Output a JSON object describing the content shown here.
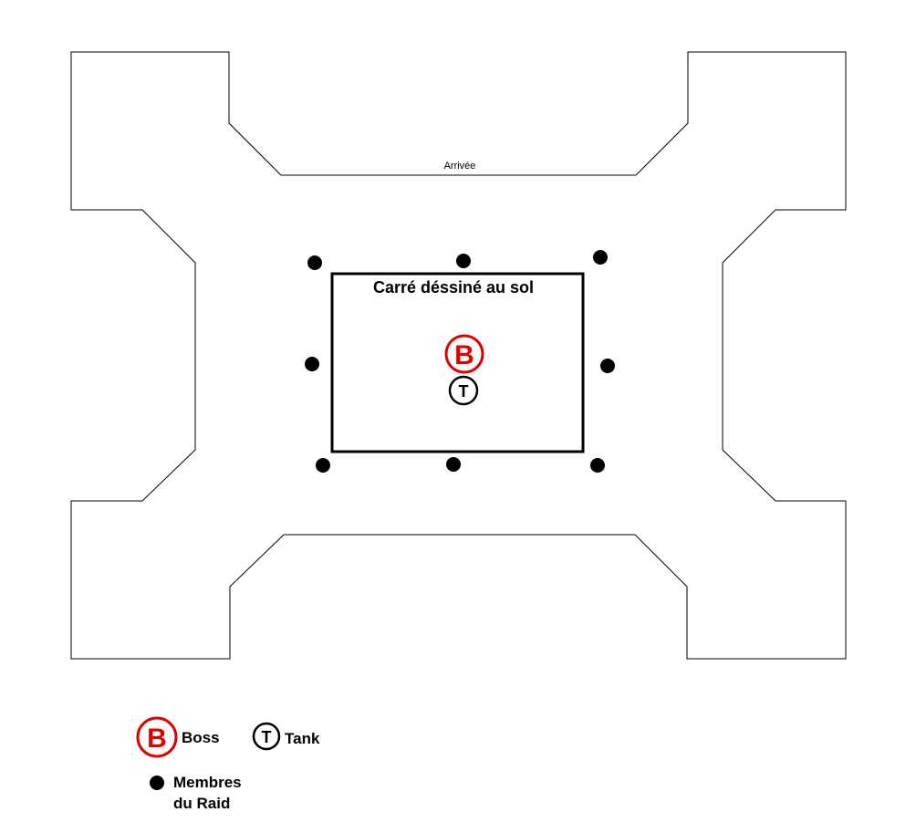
{
  "map": {
    "entry_label": "Arrivée",
    "square_label": "Carré déssiné au sol"
  },
  "markers": {
    "boss_letter": "B",
    "tank_letter": "T"
  },
  "legend": {
    "boss_label": "Boss",
    "tank_label": "Tank",
    "raid_label_line1": "Membres",
    "raid_label_line2": "du Raid"
  },
  "colors": {
    "boss": "#e00000",
    "outline": "#000000",
    "background": "#ffffff"
  }
}
